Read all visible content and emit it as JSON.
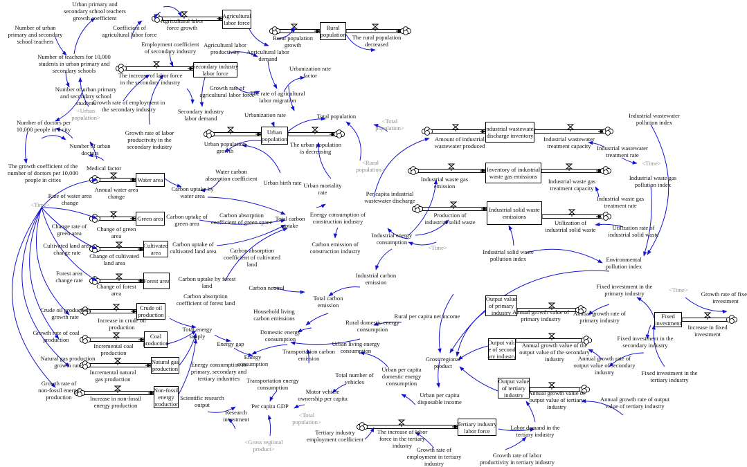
{
  "colors": {
    "link": "#1414d2",
    "stock_border": "#000000",
    "shadow_text": "#8c8c8c",
    "text": "#111111"
  },
  "stocks": {
    "agricultural_labor_force": "Agricultural\nlabor force",
    "rural_population": "Rural\npopulation",
    "secondary_industry_labor_force": "Secondary industry\nlabor force",
    "urban_population": "Urban\npopulation",
    "industrial_wastewater_discharge_inventory": "Industrial wastewater\ndischarge inventory",
    "inventory_of_industrial_waste_gas_emissions": "Inventory of industrial\nwaste gas emissions",
    "industrial_solid_waste_emissions": "Industrial solid waste\nemissions",
    "water_area": "Water area",
    "green_area": "Green area",
    "cultivated_area": "Cultivated\narea",
    "forest_area": "Forest area",
    "crude_oil_production": "Crude oil\nproduction",
    "coal_production": "Coal\nproduction",
    "natural_gas_production": "Natural gas\nproduction",
    "non_fossil_energy_production": "Non-fossil\nenergy\nproduction",
    "output_value_of_primary_industry": "Output value\nof primary\nindustry",
    "output_value_of_secondary_industry": "Output valu\ne of second\nary industry",
    "output_value_of_tertiary_industry": "Output value\nof tertiary\nindustry",
    "fixed_investment": "Fixed\ninvestment",
    "tertiary_industry_labor_force": "Tertiary industry\nlabor force"
  },
  "labels": {
    "urban_teachers_growth_coef": "Urban primary and\nsecondary school teachers\ngrowth coefficient",
    "num_urban_school_teachers": "Number of urban\nprimary and secondary\nschool teachers",
    "teachers_per_10000": "Number of teachers for 10,000\nstudents in urban primary and\nsecondary schools",
    "num_urban_school_students": "Number of urban primary\nand secondary school\nstudents",
    "urban_population_shadow_1": "<Urban\npopulation>",
    "doctors_per_10000": "Number of doctors per\n10,000 people in a city",
    "doctors_growth_coef": "The growth coefficient of the\nnumber of doctors per 10,000\npeople in cities",
    "num_urban_doctors": "Number of urban\ndoctors",
    "medical_factor": "Medical factor",
    "agricultural_labor_force_growth": "Agricultural labor\nforce growth",
    "coef_agricultural_labor_force": "Coefficient of\nagricultural labor force",
    "employment_coef_secondary": "Employment coefficient\nof secondary industry",
    "agricultural_labor_productivity": "Agricultural labor\nproductivity",
    "agricultural_labor_demand": "Agricultural labor\ndemand",
    "increase_labor_force_secondary": "The increase of labor force\nin the secondary industry",
    "growth_rate_employment_secondary": "Growth rate of employment in\nthe secondary industry",
    "growth_rate_agricultural_labor_force": "Growth rate of\nagricultural labor force",
    "rate_agricultural_labor_migration": "The rate of agricultural\nlabor migration",
    "urbanization_rate_factor": "Urbanization rate\nfactor",
    "secondary_labor_demand": "Secondary industry\nlabor demand",
    "growth_rate_labor_productivity_secondary": "Growth rate of labor\nproductivity in the\nsecondary industry",
    "rural_population_growth": "Rural population\ngrowth",
    "rural_population_decreased": "The rural population\ndecreased",
    "urbanization_rate": "Urbanization rate",
    "total_population": "Total population",
    "total_population_shadow_1": "<Total\npopulation>",
    "urban_population_growth": "Urban population\ngrowth",
    "urban_population_decreasing": "The urban population\nis decreasing",
    "urban_birth_rate": "Urban birth rate",
    "urban_mortality_rate": "Urban mortality\nrate",
    "rural_population_shadow": "<Rural\npopulation>",
    "water_carbon_absorption_coef": "Water carbon\nabsorption coefficient",
    "carbon_uptake_water_area": "Carbon uptake by\nwater area",
    "time_shadow_1": "<Time>",
    "rate_water_area_change": "Rate of water area\nchange",
    "annual_water_area_change": "Annual water area\nchange",
    "change_rate_green_area": "Change rate of\ngreen area",
    "change_of_green_area": "Change of green\narea",
    "carbon_uptake_green_area": "Carbon uptake of\ngreen area",
    "carbon_absorption_coef_green_space": "Carbon absorption\ncoefficient of green space",
    "total_carbon_uptake": "Total carbon\nuptake",
    "cultivated_land_area_change_rate": "Cultivated land area\nchange rate",
    "change_of_cultivated_land_area": "Change of cultivated\nland area",
    "carbon_uptake_cultivated_land": "Carbon uptake of\ncultivated land area",
    "carbon_absorption_coef_cultivated_land": "Carbon absorption\ncoefficient of cultivated\nland",
    "forest_area_change_rate": "Forest area\nchange rate",
    "change_of_forest_area": "Change of forest\narea",
    "carbon_uptake_forest_land": "Carbon uptake by forest\nland",
    "carbon_absorption_coef_forest_land": "Carbon absorption\ncoefficient of forest land",
    "carbon_neutral": "Carbon neutral",
    "energy_consumption_construction": "Energy consumption of\nconstruction industry",
    "carbon_emission_construction": "Carbon emission of\nconstruction industry",
    "industrial_energy_consumption": "Industrial energy\nconsumption",
    "industrial_carbon_emission": "Industrial carbon\nemission",
    "total_carbon_emission": "Total carbon\nemission",
    "household_living_carbon_emissions": "Household living\ncarbon emissions",
    "crude_oil_production_growth_rate": "Crude oil production\ngrowth rate",
    "increase_crude_oil_production": "Increase in crude oil\nproduction",
    "growth_rate_coal_production": "Growth rate of coal\nproduction",
    "incremental_coal_production": "Incremental coal\nproduction",
    "total_energy_supply": "Total energy\nsupply",
    "energy_gap": "Energy gap",
    "domestic_energy_consumption": "Domestic energy\nconsumption",
    "rural_domestic_energy_consumption": "Rural domestic energy\nconsumption",
    "rural_per_capita_net_income": "Rural per capita net income",
    "urban_living_energy_consumption": "Urban living energy\nconsumption",
    "transportation_carbon_emission": "Transportation carbon\nemission",
    "energy_consumption": "Energy\nconsumption",
    "natural_gas_production_growth_rate": "Natural gas production\ngrowth rate",
    "incremental_natural_gas_production": "Incremental natural\ngas production",
    "energy_consumption_primary_secondary_tertiary": "Energy consumption in\nprimary, secondary and\ntertiary industries",
    "transportation_energy_consumption": "Transportation energy\nconsumption",
    "growth_rate_non_fossil": "Growth rate of\nnon-fossil energy\nproduction",
    "increase_non_fossil_production": "Increase in non-fossil\nenergy production",
    "scientific_research_output": "Scientific research\noutput",
    "research_investment": "Research\ninvestment",
    "per_capita_gdp": "Per capita GDP",
    "motor_vehicle_ownership": "Motor vehicle\nownership per capita",
    "total_number_of_vehicles": "Total number of\nvehicles",
    "total_population_shadow_2": "<Total\npopulation>",
    "gross_regional_product_shadow": "<Gross regional\nproduct>",
    "urban_per_capita_domestic_energy": "Urban per capita\ndomestic energy\nconsumption",
    "urban_per_capita_disposable_income": "Urban per capita\ndisposable income",
    "gross_regional_product": "Gross regional\nproduct",
    "per_capita_industrial_wastewater": "Per capita industrial\nwastewater discharge",
    "amount_industrial_wastewater": "Amount of industrial\nwastewater produced",
    "industrial_wastewater_treatment_capacity": "Industrial wastewater\ntreatment capacity",
    "industrial_wastewater_pollution_index": "Industrial wastewater\npollution index",
    "industrial_wastewater_treatment_rate": "Industrial wastewater\ntreatment rate",
    "time_shadow_2": "<Time>",
    "industrial_waste_gas_emission": "Industrial waste gas\nemission",
    "industrial_waste_gas_treatment_capacity": "Industrial waste gas\ntreatment capacity",
    "industrial_waste_gas_pollution_index": "Industrial waste gas\npollution index",
    "industrial_waste_gas_treatment_rate": "Industrial waste gas\ntreatment rate",
    "production_industrial_solid_waste": "Production of\nindustrial solid waste",
    "utilization_industrial_solid_waste": "Utilization of\nindustrial solid waste",
    "utilization_rate_industrial_solid_waste": "Utilization rate of\nindustrial solid waste",
    "time_shadow_3": "<Time>",
    "industrial_solid_waste_pollution_index": "Industrial solid waste\npollution index",
    "environmental_pollution_index": "Environmental\npollution index",
    "fixed_investment_primary": "Fixed investment in the\nprimary industry",
    "time_shadow_4": "<Time>",
    "growth_rate_fixed_investment": "Growth rate of fixed\ninvestment",
    "annual_growth_value_primary": "Annual growth value of\nprimary industry",
    "annual_growth_rate_primary": "Annual growth rate of\nprimary industry",
    "increase_fixed_investment": "Increase in fixed\ninvestment",
    "fixed_investment_secondary": "Fixed investment in the\nsecondary industry",
    "annual_growth_value_secondary": "Annual growth value of the\noutput value of the secondary\nindustry",
    "annual_growth_rate_secondary": "Annual growth rate of\noutput value of secondary\nindustry",
    "fixed_investment_tertiary": "Fixed investment in the\ntertiary industry",
    "annual_growth_value_tertiary": "Annual growth value of\noutput value of tertiary\nindustry",
    "annual_growth_rate_tertiary": "Annual growth rate of output\nvalue of tertiary industry",
    "labor_demand_tertiary": "Labor demand in the\ntertiary industry",
    "tertiary_employment_coef": "Tertiary industry\nemployment coefficient",
    "increase_labor_force_tertiary": "The increase of labor\nforce in the tertiary\nindustry",
    "growth_rate_employment_tertiary": "Growth rate of\nemployment in tertiary\nindustry",
    "growth_rate_labor_productivity_tertiary": "Growth rate of labor\nproductivity in tertiary industry"
  }
}
